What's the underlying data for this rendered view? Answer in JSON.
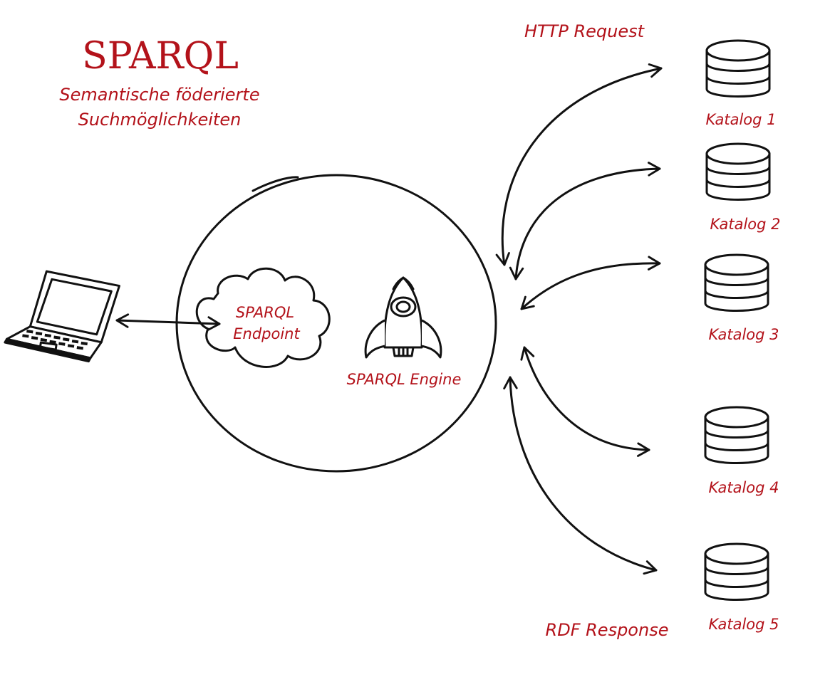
{
  "title": "SPARQL",
  "subtitle_line1": "Semantische föderierte",
  "subtitle_line2": "Suchmöglichkeiten",
  "endpoint_line1": "SPARQL",
  "endpoint_line2": "Endpoint",
  "engine_label": "SPARQL Engine",
  "http_request_label": "HTTP Request",
  "rdf_response_label": "RDF Response",
  "catalogs": [
    {
      "label": "Katalog 1"
    },
    {
      "label": "Katalog 2"
    },
    {
      "label": "Katalog 3"
    },
    {
      "label": "Katalog 4"
    },
    {
      "label": "Katalog 5"
    }
  ],
  "colors": {
    "accent": "#b3121a",
    "ink": "#111111",
    "background": "#ffffff"
  },
  "icons": [
    "laptop-icon",
    "cloud-icon",
    "rocket-icon",
    "database-icon"
  ]
}
